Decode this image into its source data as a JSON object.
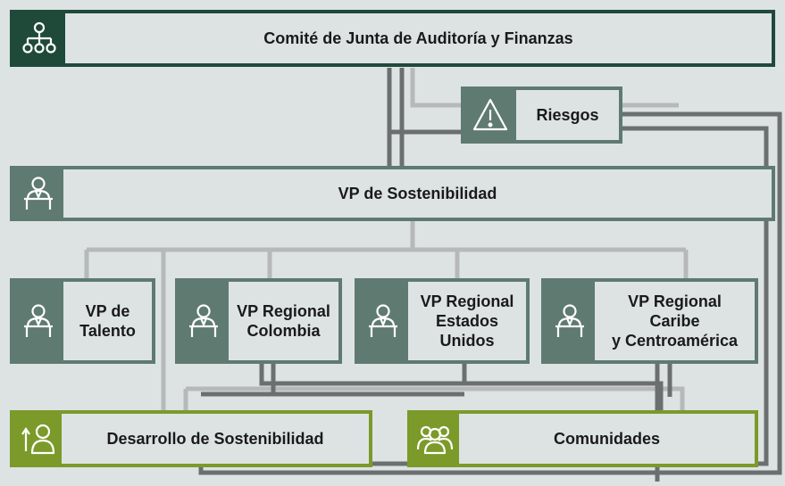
{
  "colors": {
    "background": "#dde3e3",
    "dark_green": "#1f4a3a",
    "gray_green": "#5f7a71",
    "lime_green": "#7b9a2a",
    "dark_line": "#6b6f6f",
    "light_line": "#b7b9b9"
  },
  "nodes": {
    "committee": {
      "label": "Comité de Junta de Auditoría y Finanzas",
      "icon": "hierarchy-icon"
    },
    "risks": {
      "label": "Riesgos",
      "icon": "warning-icon"
    },
    "vp_sustainability": {
      "label": "VP de Sostenibilidad",
      "icon": "person-desk-icon"
    },
    "vp_talent": {
      "label": "VP de\nTalento",
      "icon": "person-desk-icon"
    },
    "vp_colombia": {
      "label": "VP Regional\nColombia",
      "icon": "person-desk-icon"
    },
    "vp_usa": {
      "label": "VP Regional\nEstados\nUnidos",
      "icon": "person-desk-icon"
    },
    "vp_caribbean": {
      "label": "VP Regional\nCaribe\ny Centroamérica",
      "icon": "person-desk-icon"
    },
    "sustainable_dev": {
      "label": "Desarrollo de Sostenibilidad",
      "icon": "person-growth-icon"
    },
    "communities": {
      "label": "Comunidades",
      "icon": "people-group-icon"
    }
  }
}
